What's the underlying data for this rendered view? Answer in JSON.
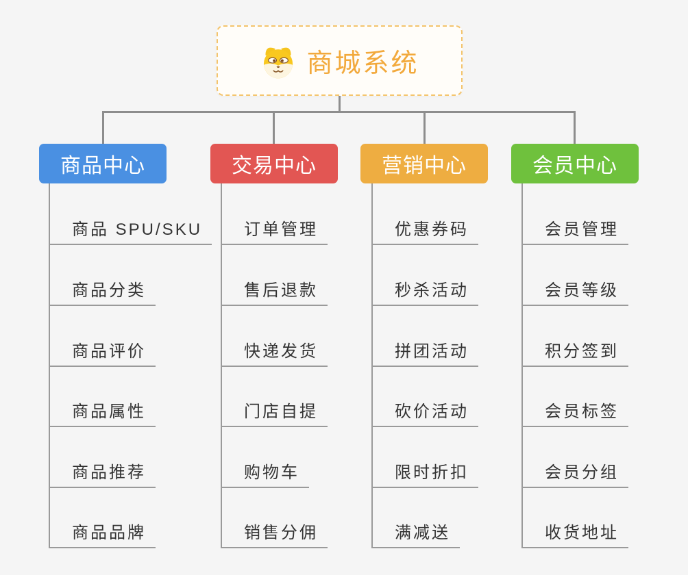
{
  "root": {
    "title": "商城系统",
    "icon": "shiba-dog-icon"
  },
  "branches": [
    {
      "label": "商品中心",
      "color": "#4a90e2",
      "children": [
        "商品 SPU/SKU",
        "商品分类",
        "商品评价",
        "商品属性",
        "商品推荐",
        "商品品牌"
      ]
    },
    {
      "label": "交易中心",
      "color": "#e25653",
      "children": [
        "订单管理",
        "售后退款",
        "快递发货",
        "门店自提",
        "购物车",
        "销售分佣"
      ]
    },
    {
      "label": "营销中心",
      "color": "#eead41",
      "children": [
        "优惠券码",
        "秒杀活动",
        "拼团活动",
        "砍价活动",
        "限时折扣",
        "满减送"
      ]
    },
    {
      "label": "会员中心",
      "color": "#6fc13d",
      "children": [
        "会员管理",
        "会员等级",
        "积分签到",
        "会员标签",
        "会员分组",
        "收货地址"
      ]
    }
  ],
  "colors": {
    "background": "#f5f5f5",
    "connector": "#8d8d8d",
    "child_line": "#9a9a9a",
    "root_border": "#f4c46c",
    "root_text": "#f2a93c",
    "child_text": "#333333"
  }
}
